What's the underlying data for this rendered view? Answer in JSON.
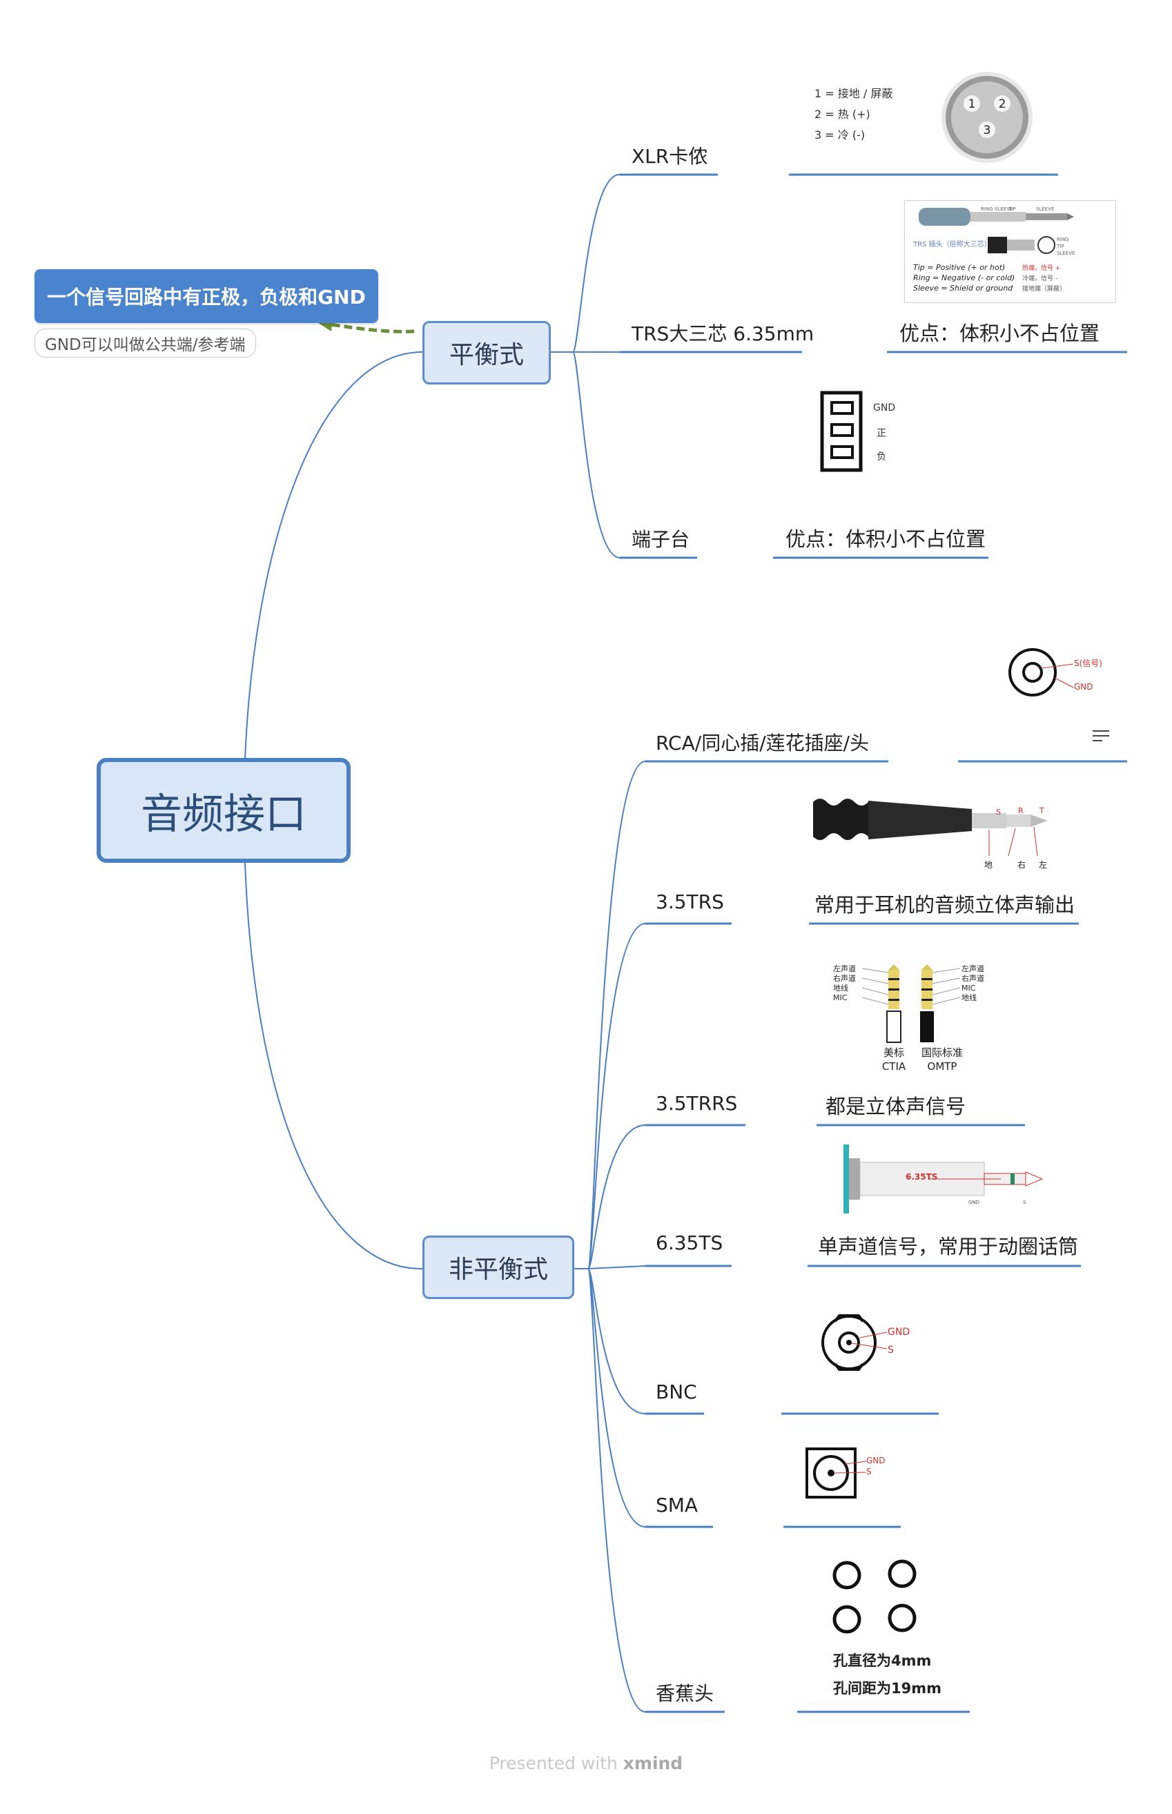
{
  "root": {
    "title": "音频接口"
  },
  "callout": {
    "title": "一个信号回路中有正极，负极和GND",
    "subtitle": "GND可以叫做公共端/参考端"
  },
  "balanced": {
    "label": "平衡式",
    "items": [
      {
        "name": "XLR卡侬",
        "note": "",
        "pins": [
          "1 = 接地 / 屏蔽",
          "2 = 热 (+)",
          "3 = 冷 (-)"
        ],
        "pin_numbers": [
          "1",
          "2",
          "3"
        ]
      },
      {
        "name": "TRS大三芯 6.35mm",
        "note": "优点：体积小不占位置",
        "diagram_text": [
          "TRS 插头（俗称大三芯）",
          "Tip = Positive (+ or hot)",
          "Ring = Negative (- or cold)",
          "Sleeve = Shield or ground",
          "热端，信号 +",
          "冷端，信号 -",
          "接地端（屏蔽）",
          "RING",
          "SLEEVE",
          "TIP",
          "SLEEVE",
          "RING",
          "TIP",
          "SLEEVE"
        ]
      },
      {
        "name": "端子台",
        "note": "优点：体积小不占位置",
        "terminal_labels": [
          "GND",
          "正",
          "负"
        ]
      }
    ]
  },
  "unbalanced": {
    "label": "非平衡式",
    "items": [
      {
        "name": "RCA/同心插/莲花插座/头",
        "note": "",
        "labels": [
          "S(信号)",
          "GND"
        ]
      },
      {
        "name": "3.5TRS",
        "note": "常用于耳机的音频立体声输出",
        "labels": [
          "S",
          "R",
          "T",
          "地",
          "右",
          "左"
        ]
      },
      {
        "name": "3.5TRRS",
        "note": "都是立体声信号",
        "left_labels": [
          "左声道",
          "右声道",
          "地线",
          "MIC"
        ],
        "right_labels": [
          "左声道",
          "右声道",
          "MIC",
          "地线"
        ],
        "standards": [
          "美标",
          "CTIA",
          "国际标准",
          "OMTP"
        ]
      },
      {
        "name": "6.35TS",
        "note": "单声道信号，常用于动圈话筒",
        "labels": [
          "6.35TS",
          "GND",
          "S"
        ]
      },
      {
        "name": "BNC",
        "note": "",
        "labels": [
          "GND",
          "S"
        ]
      },
      {
        "name": "SMA",
        "note": "",
        "labels": [
          "GND",
          "S"
        ]
      },
      {
        "name": "香蕉头",
        "note": "",
        "lines": [
          "孔直径为4mm",
          "孔间距为19mm"
        ]
      }
    ]
  },
  "watermark": {
    "prefix": "Presented with ",
    "brand": "xmind"
  },
  "colors": {
    "line": "#4a7fc1",
    "underline": "#4a7fc1",
    "callout": "#4a84cf",
    "arrow": "#6b8e3a",
    "red": "#d0312d"
  }
}
